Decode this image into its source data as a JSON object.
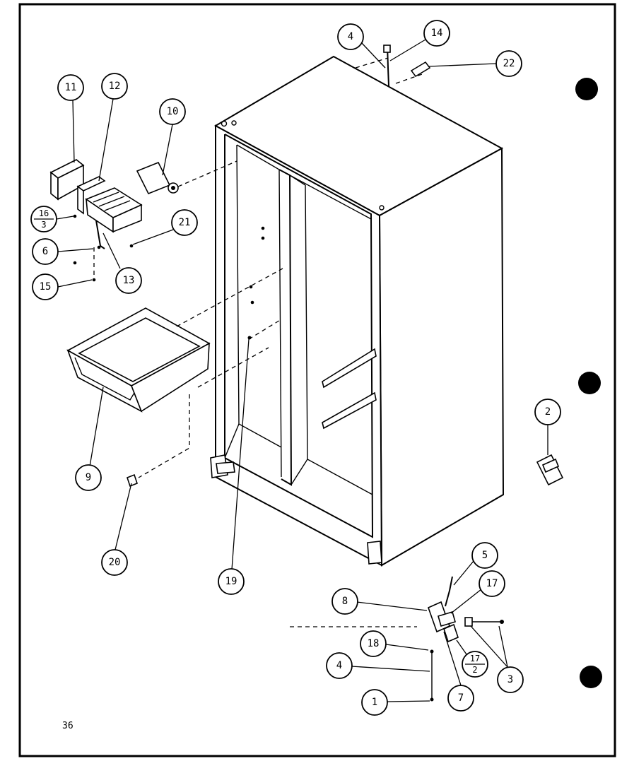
{
  "page_number": "36",
  "callouts": [
    {
      "id": "c11",
      "label": "11"
    },
    {
      "id": "c12",
      "label": "12"
    },
    {
      "id": "c10",
      "label": "10"
    },
    {
      "id": "c16a_num",
      "label": "16"
    },
    {
      "id": "c16a_den",
      "label": "3"
    },
    {
      "id": "c21",
      "label": "21"
    },
    {
      "id": "c6",
      "label": "6"
    },
    {
      "id": "c13",
      "label": "13"
    },
    {
      "id": "c15",
      "label": "15"
    },
    {
      "id": "c4a",
      "label": "4"
    },
    {
      "id": "c14",
      "label": "14"
    },
    {
      "id": "c22",
      "label": "22"
    },
    {
      "id": "c9",
      "label": "9"
    },
    {
      "id": "c20",
      "label": "20"
    },
    {
      "id": "c19",
      "label": "19"
    },
    {
      "id": "c2",
      "label": "2"
    },
    {
      "id": "c5",
      "label": "5"
    },
    {
      "id": "c8",
      "label": "8"
    },
    {
      "id": "c17a",
      "label": "17"
    },
    {
      "id": "c18",
      "label": "18"
    },
    {
      "id": "c4b",
      "label": "4"
    },
    {
      "id": "c17b_num",
      "label": "17"
    },
    {
      "id": "c17b_den",
      "label": "2"
    },
    {
      "id": "c3",
      "label": "3"
    },
    {
      "id": "c1",
      "label": "1"
    },
    {
      "id": "c7",
      "label": "7"
    }
  ]
}
